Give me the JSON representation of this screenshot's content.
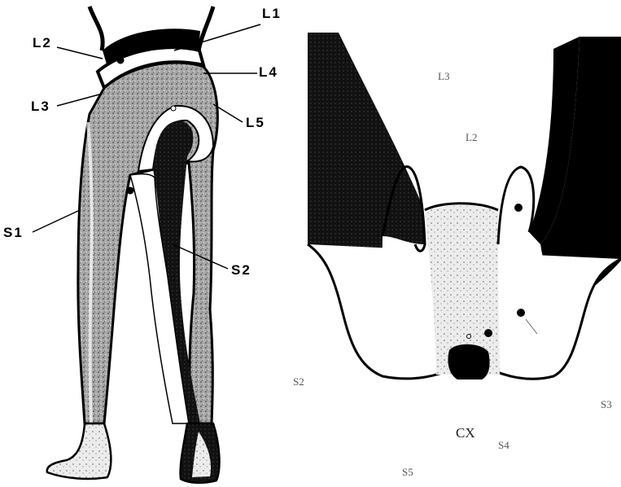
{
  "left_figure": {
    "labels": {
      "l1": "L1",
      "l2": "L2",
      "l3": "L3",
      "l4": "L4",
      "l5": "L5",
      "s1": "S1",
      "s2": "S2"
    }
  },
  "right_figure": {
    "labels": {
      "l3": "L3",
      "l2": "L2",
      "s_left": "S2",
      "s_right": "S3",
      "cx": "CX",
      "s4": "S4",
      "s5": "S5"
    }
  },
  "colors": {
    "ink": "#000000",
    "shading": "#9a9a9a",
    "paper": "#ffffff"
  }
}
